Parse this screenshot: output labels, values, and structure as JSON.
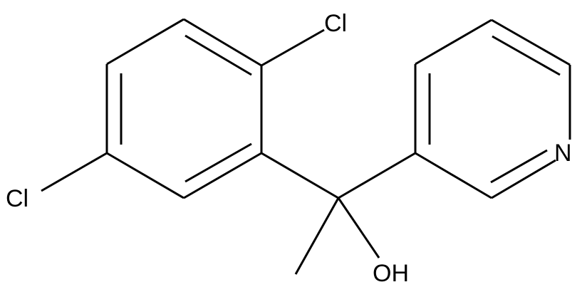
{
  "molecule": {
    "atom_labels": {
      "cl_top": "Cl",
      "cl_left": "Cl",
      "nitrogen": "N",
      "hydroxyl": "OH"
    },
    "colors": {
      "bond": "#000000",
      "label": "#000000",
      "background": "#ffffff"
    }
  }
}
